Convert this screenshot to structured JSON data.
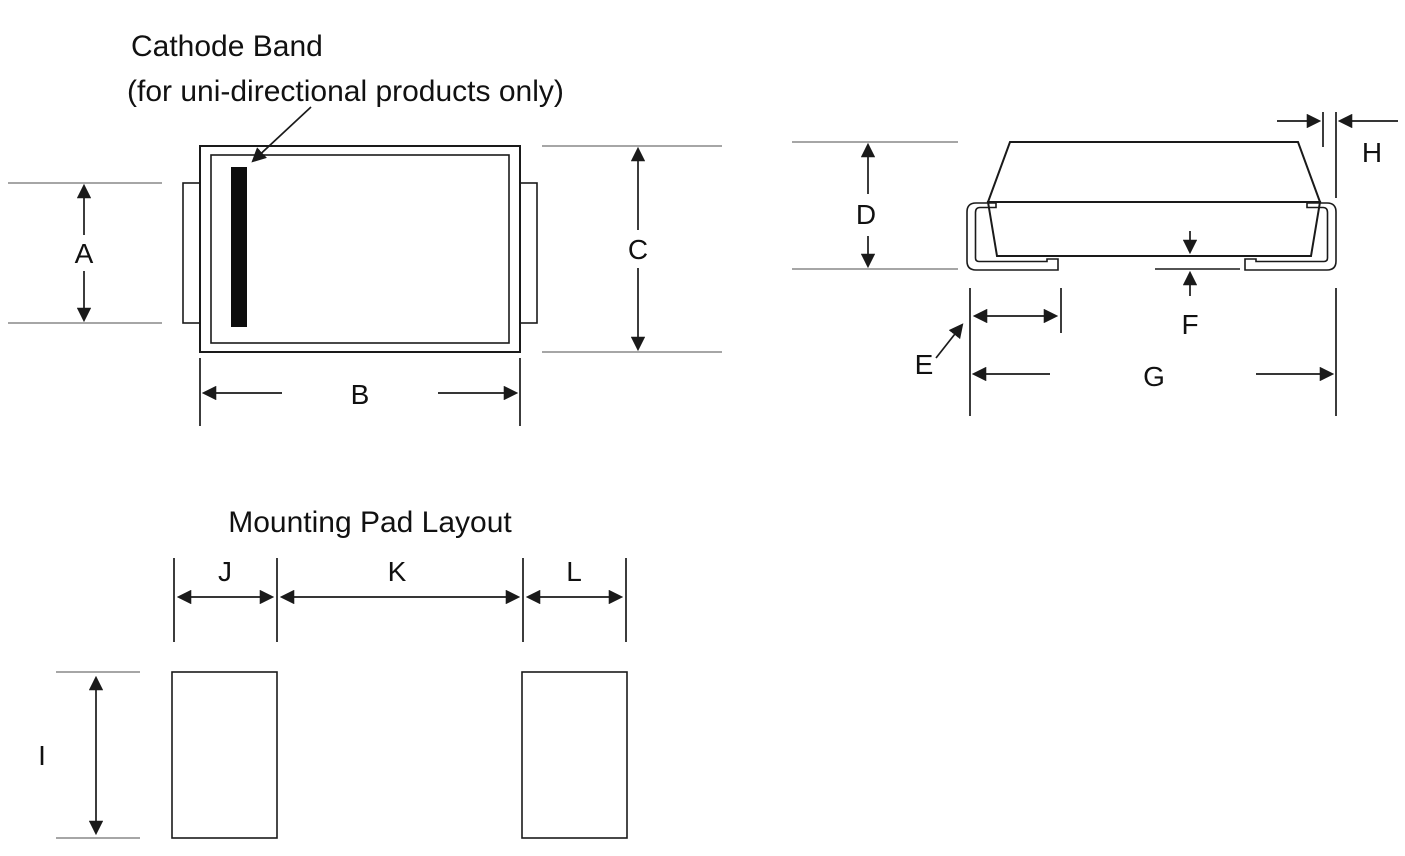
{
  "colors": {
    "line": "#1a1a1a",
    "reference_line": "#999999",
    "pad_fill": "#b5b5b5",
    "pad_stroke": "#4d4d4d",
    "cathode_band": "#0d0d0d",
    "background": "#ffffff"
  },
  "top_view": {
    "cathode_note_line1": "Cathode Band",
    "cathode_note_line2": "(for uni-directional products only)",
    "dim_a_label": "A",
    "dim_b_label": "B",
    "dim_c_label": "C"
  },
  "side_view": {
    "dim_d_label": "D",
    "dim_e_label": "E",
    "dim_f_label": "F",
    "dim_g_label": "G",
    "dim_h_label": "H"
  },
  "pad_layout": {
    "title": "Mounting Pad Layout",
    "dim_i_label": "I",
    "dim_j_label": "J",
    "dim_k_label": "K",
    "dim_l_label": "L"
  }
}
